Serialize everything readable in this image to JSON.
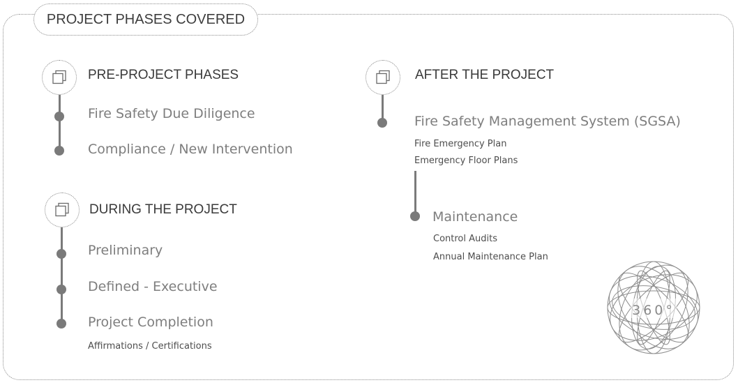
{
  "header": {
    "title": "PROJECT PHASES COVERED"
  },
  "pre_project": {
    "title": "PRE-PROJECT PHASES",
    "icon": "copy-icon",
    "items": [
      "Fire Safety Due Diligence",
      "Compliance / New Intervention"
    ]
  },
  "during_project": {
    "title": "DURING THE PROJECT",
    "icon": "copy-icon",
    "items": [
      "Preliminary",
      "Defined - Executive",
      "Project Completion"
    ],
    "subitems": [
      "Affirmations / Certifications"
    ]
  },
  "after_project": {
    "title": "AFTER THE PROJECT",
    "icon": "copy-icon",
    "items": [
      "Fire Safety Management System (SGSA)",
      "Maintenance"
    ],
    "sgsa_subitems": [
      "Fire Emergency Plan",
      "Emergency Floor Plans"
    ],
    "maintenance_subitems": [
      "Control Audits",
      "Annual Maintenance Plan"
    ]
  },
  "badge": {
    "label": "360°",
    "icon": "globe-icon"
  },
  "colors": {
    "text": "#7e7e7e",
    "heading": "#3a3a3a",
    "line": "#7a7a7a",
    "border": "#8a8a8a"
  }
}
